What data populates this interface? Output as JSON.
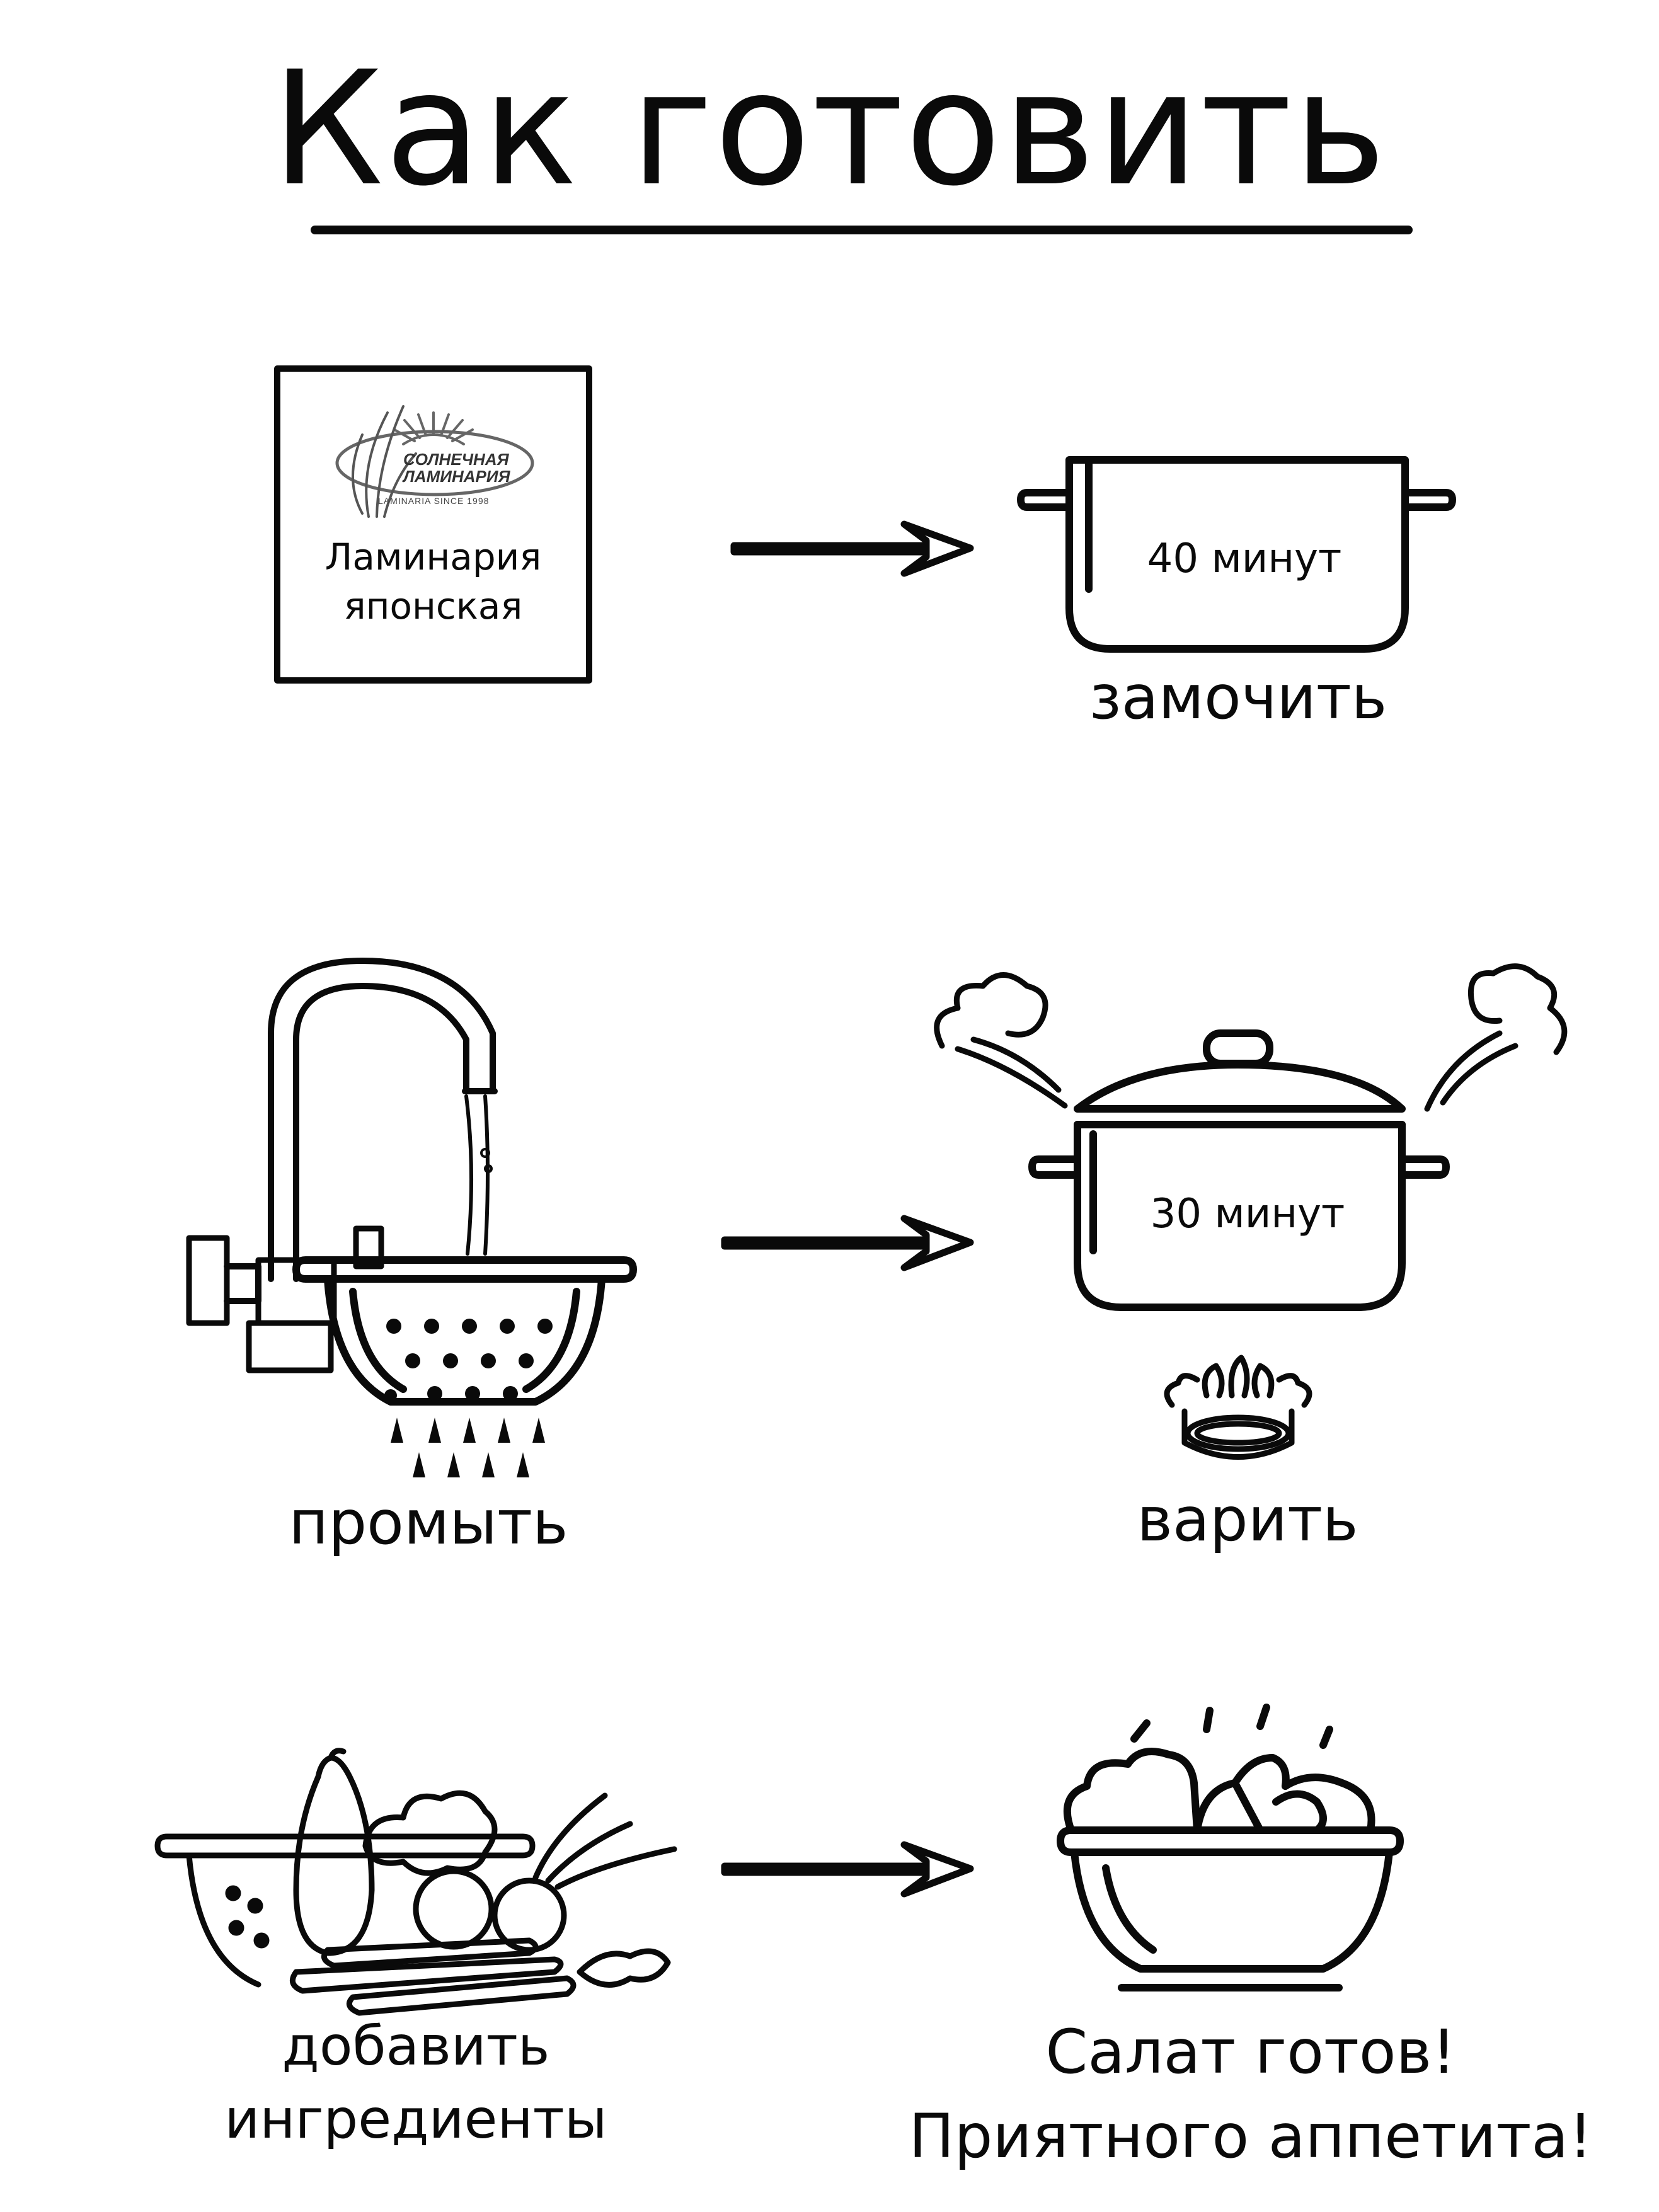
{
  "title": "Как готовить",
  "product": {
    "brand_line1": "СОЛНЕЧНАЯ",
    "brand_line2": "ЛАМИНАРИЯ",
    "since": "LAMINARIA SINCE 1998",
    "name": "Ламинария японская"
  },
  "steps": {
    "soak": {
      "time": "40 минут",
      "caption": "замочить"
    },
    "rinse": {
      "caption": "промыть"
    },
    "boil": {
      "time": "30 минут",
      "caption": "варить"
    },
    "add": {
      "caption": "добавить ингредиенты"
    },
    "done": {
      "line1": "Салат готов!",
      "line2": "Приятного аппетита!"
    }
  },
  "icons": [
    "laminaria-package-icon",
    "arrow-right-icon",
    "pot-icon",
    "faucet-icon",
    "colander-icon",
    "steaming-pot-icon",
    "gas-burner-icon",
    "vegetables-icon",
    "salad-bowl-icon"
  ],
  "colors": {
    "ink": "#0a0a0a",
    "background": "#ffffff",
    "logo-gray": "#666666"
  }
}
